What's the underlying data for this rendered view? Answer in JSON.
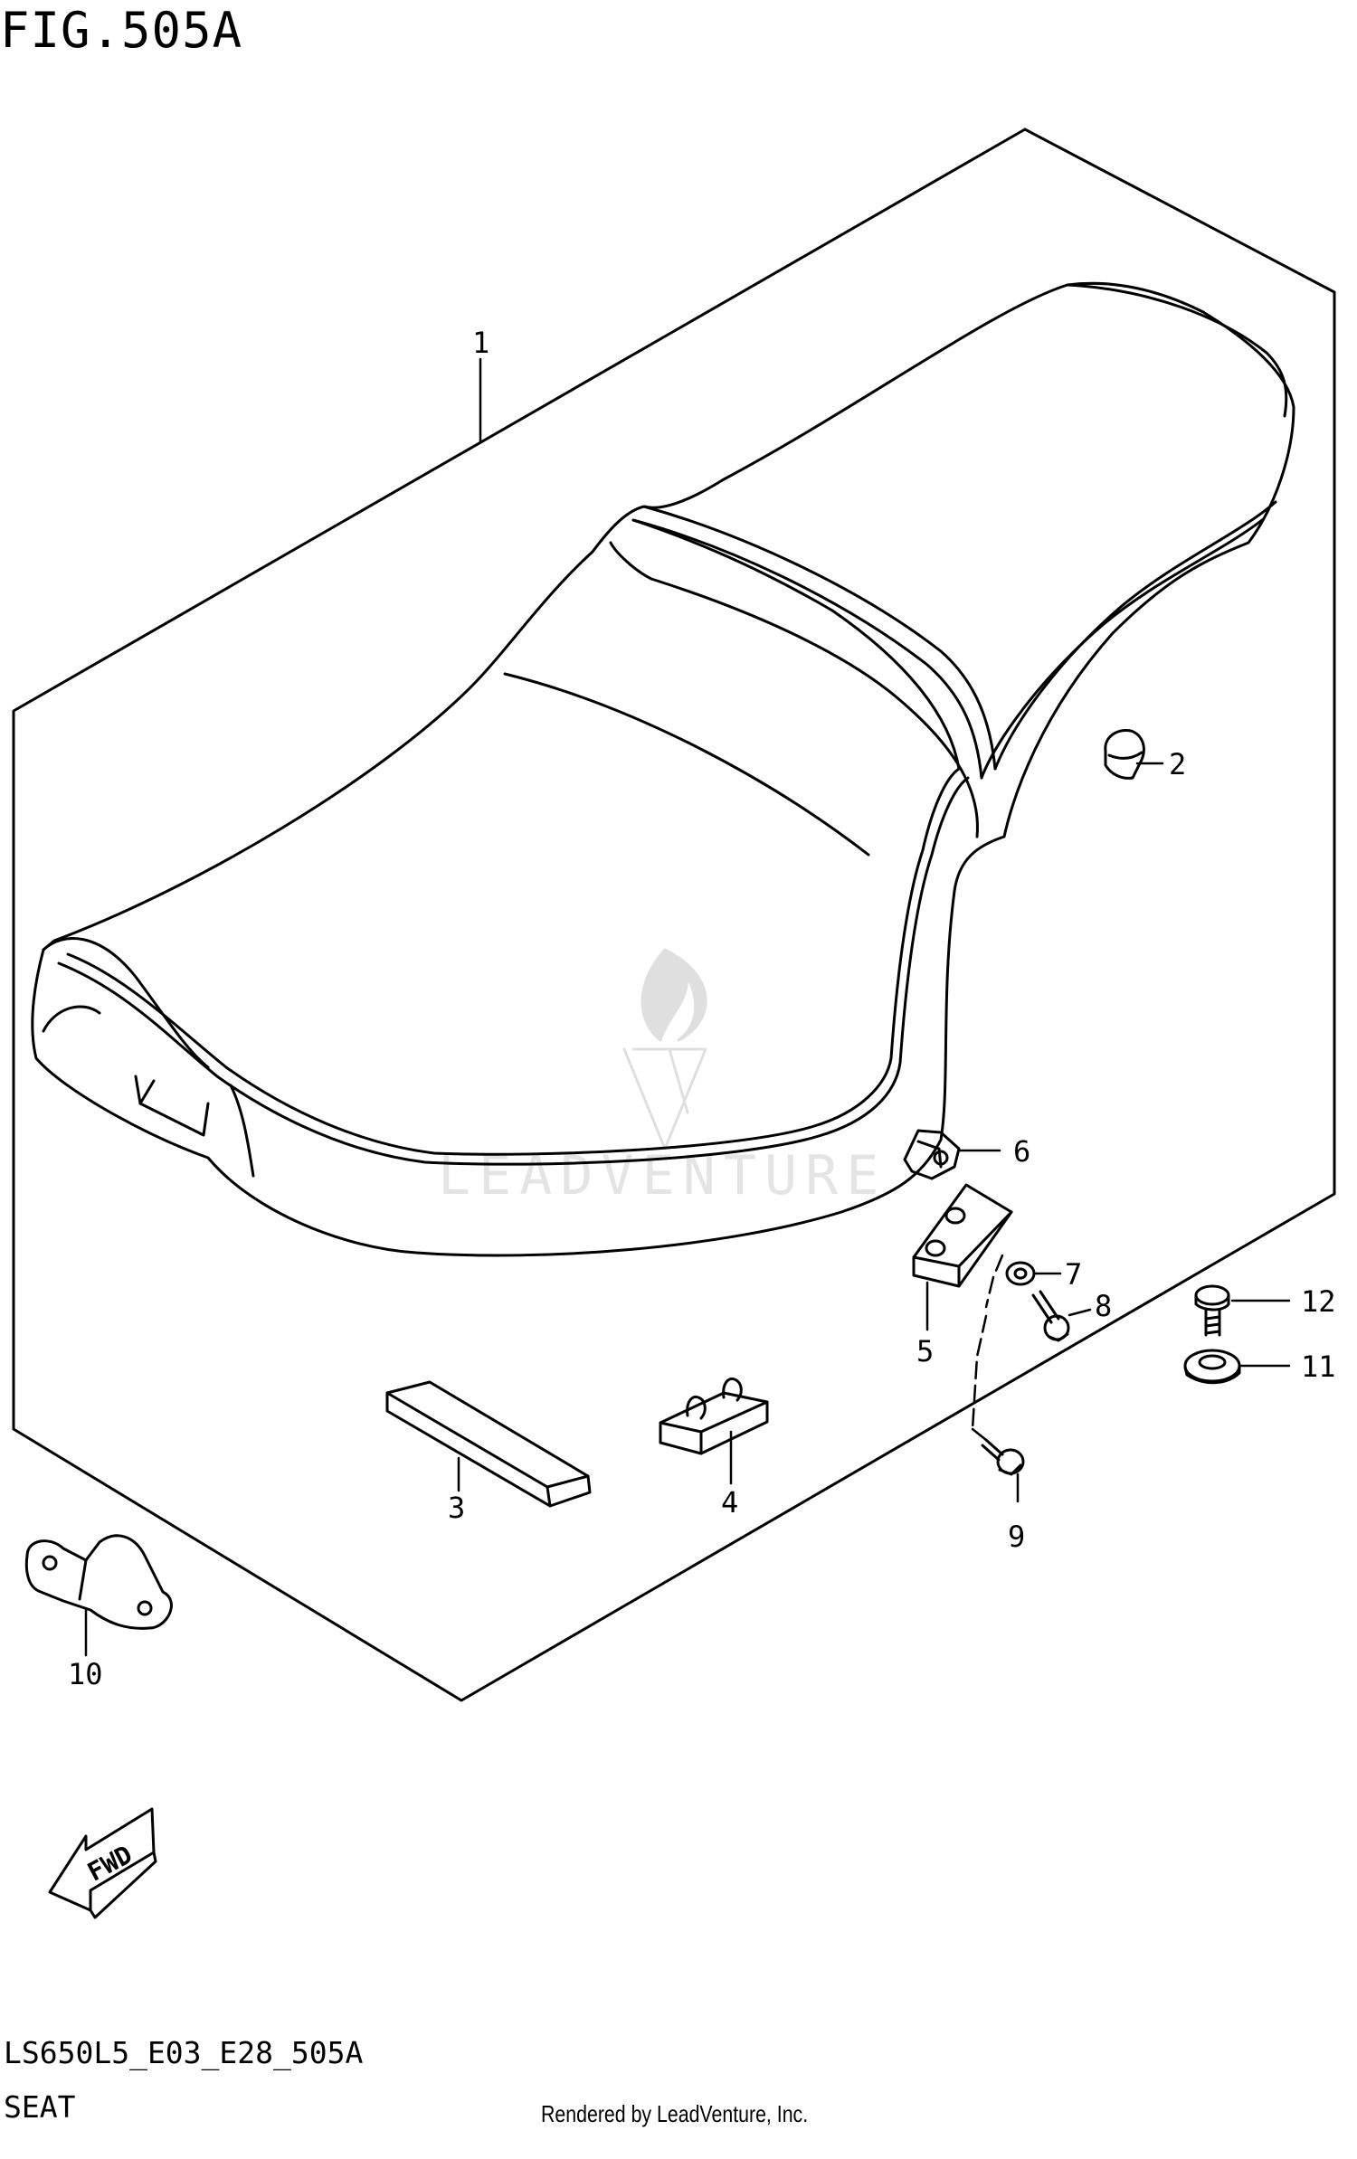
{
  "figure": {
    "title": "FIG.505A",
    "diagram_code": "LS650L5_E03_E28_505A",
    "section_name": "SEAT",
    "credit": "Rendered by LeadVenture, Inc.",
    "watermark": "LEADVENTURE",
    "direction_marker": "FWD"
  },
  "callouts": [
    {
      "number": "1",
      "part": "seat"
    },
    {
      "number": "2",
      "part": "cushion"
    },
    {
      "number": "3",
      "part": "pad"
    },
    {
      "number": "4",
      "part": "cushion"
    },
    {
      "number": "5",
      "part": "bracket"
    },
    {
      "number": "6",
      "part": "nut"
    },
    {
      "number": "7",
      "part": "washer"
    },
    {
      "number": "8",
      "part": "bolt"
    },
    {
      "number": "9",
      "part": "bolt"
    },
    {
      "number": "10",
      "part": "bracket"
    },
    {
      "number": "11",
      "part": "washer"
    },
    {
      "number": "12",
      "part": "bolt"
    }
  ]
}
